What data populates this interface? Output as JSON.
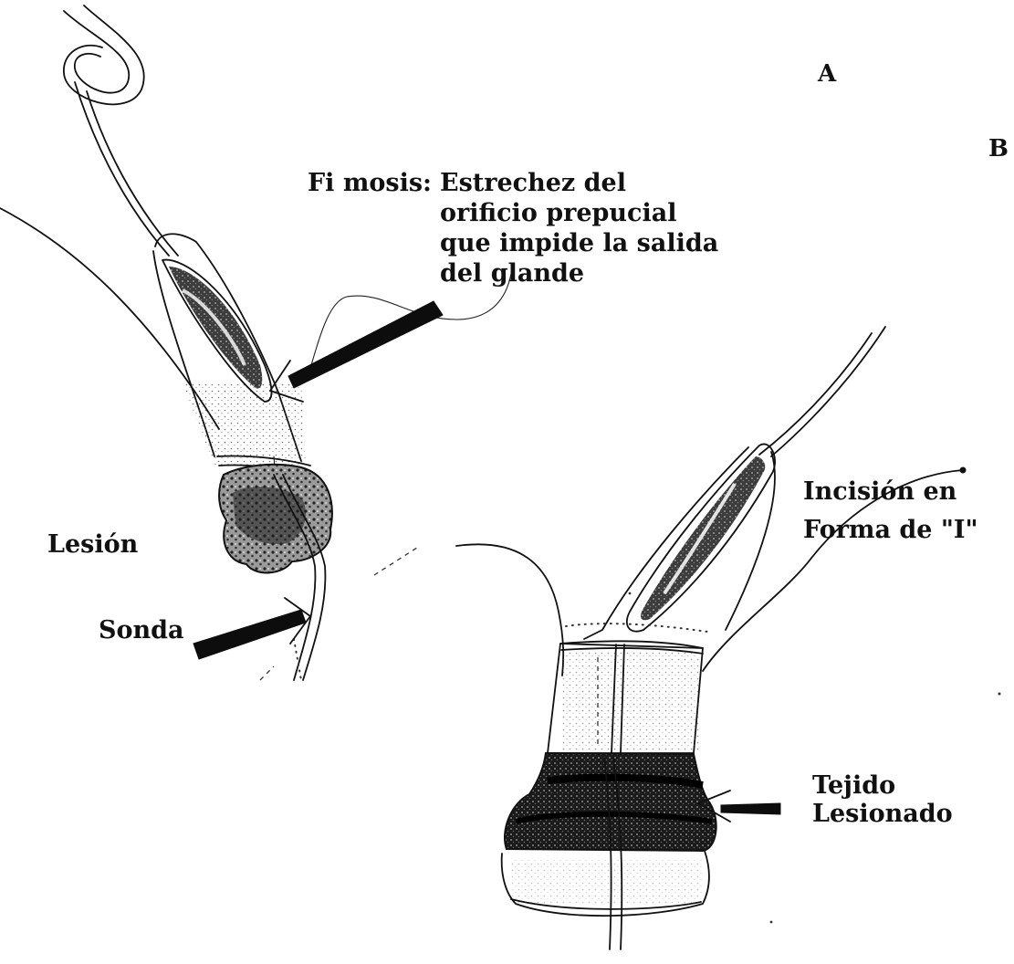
{
  "figure": {
    "panel_a": "A",
    "panel_b": "B",
    "fimosis_term": "Fi mosis:",
    "fimosis_definition": [
      "Estrechez del",
      "orificio prepucial",
      "que impide la salida",
      "del glande"
    ],
    "lesion": "Lesión",
    "sonda": "Sonda",
    "incision": [
      "Incisión en",
      "Forma de \"I\""
    ],
    "tejido": [
      "Tejido",
      "Lesionado"
    ]
  }
}
